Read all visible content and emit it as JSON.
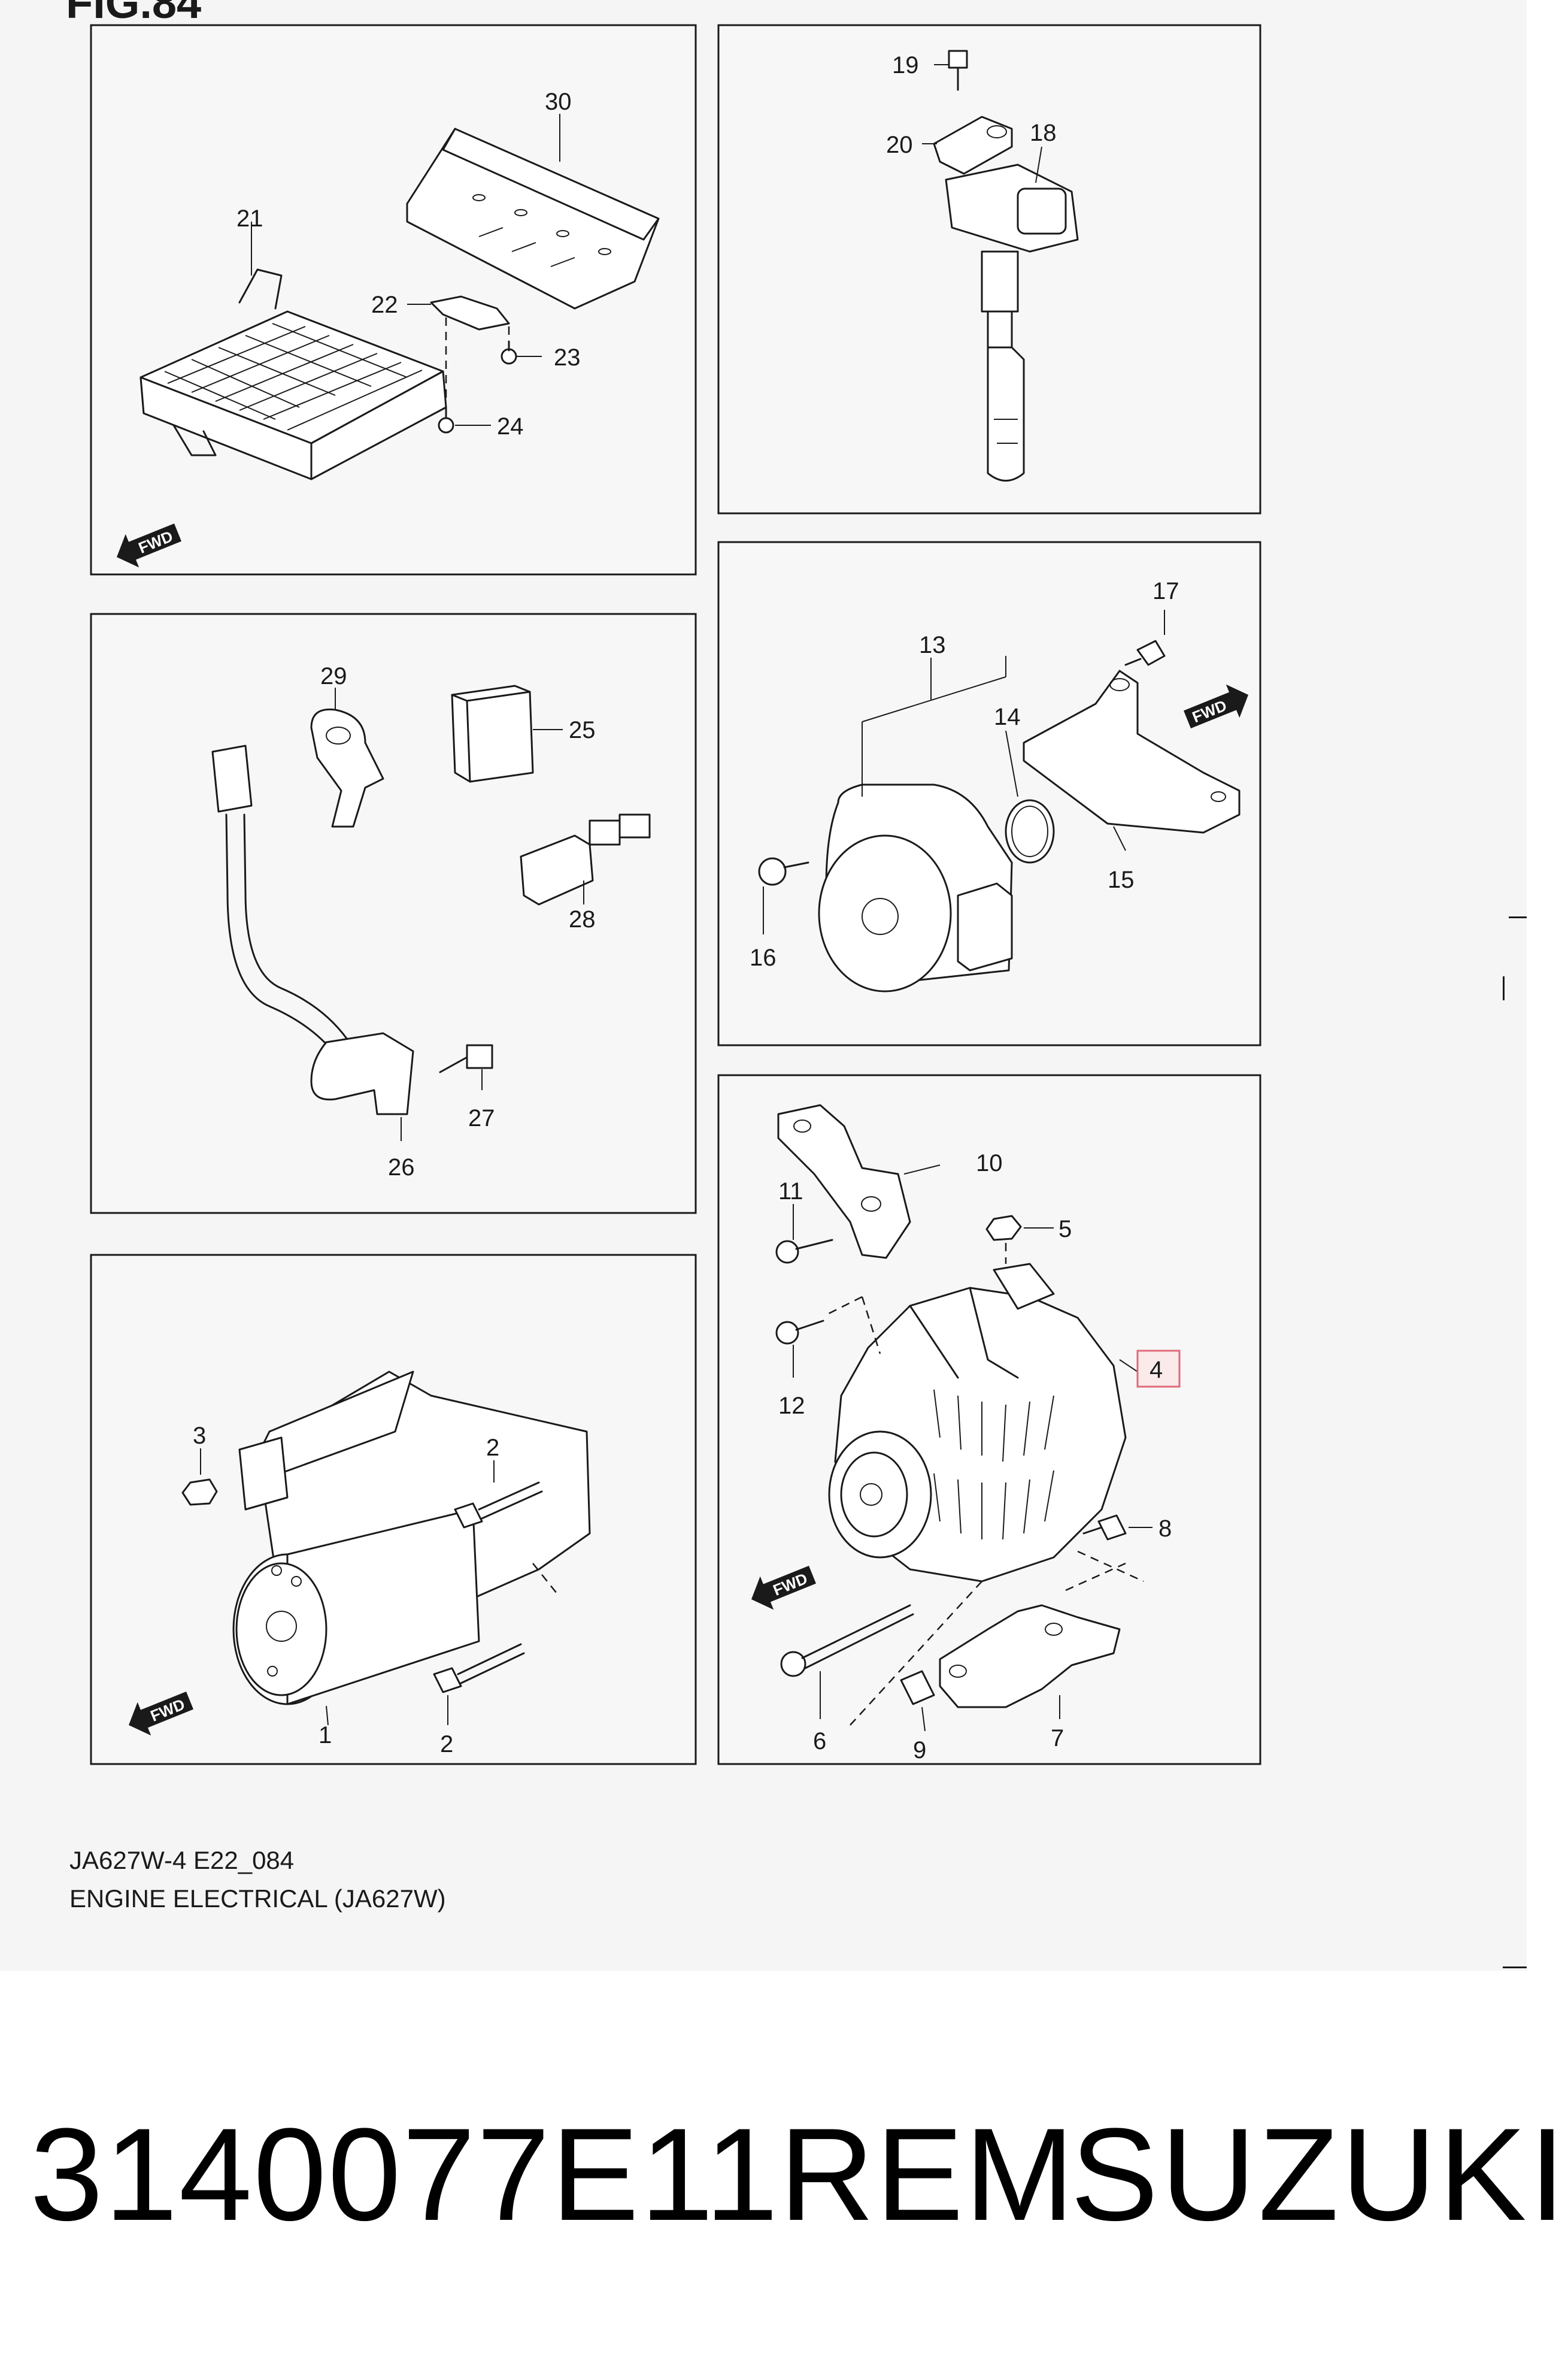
{
  "figure": {
    "title": "FIG.84"
  },
  "callouts": {
    "c1": "1",
    "c2a": "2",
    "c2b": "2",
    "c3": "3",
    "c4": "4",
    "c5": "5",
    "c6": "6",
    "c7": "7",
    "c8": "8",
    "c9": "9",
    "c10": "10",
    "c11": "11",
    "c12": "12",
    "c13": "13",
    "c14": "14",
    "c15": "15",
    "c16": "16",
    "c17": "17",
    "c18": "18",
    "c19": "19",
    "c20": "20",
    "c21": "21",
    "c22": "22",
    "c23": "23",
    "c24": "24",
    "c25": "25",
    "c26": "26",
    "c27": "27",
    "c28": "28",
    "c29": "29",
    "c30": "30"
  },
  "fwd_label": "FWD",
  "caption": {
    "code": "JA627W-4 E22_084",
    "description": "ENGINE ELECTRICAL (JA627W)"
  },
  "footer": {
    "part_number": "3140077E11REM",
    "brand": "SUZUKI"
  },
  "colors": {
    "line": "#1a1a1a",
    "highlight_border": "#e06a7a",
    "highlight_fill": "#fbeaea",
    "panel_background": "#f5f5f5"
  }
}
